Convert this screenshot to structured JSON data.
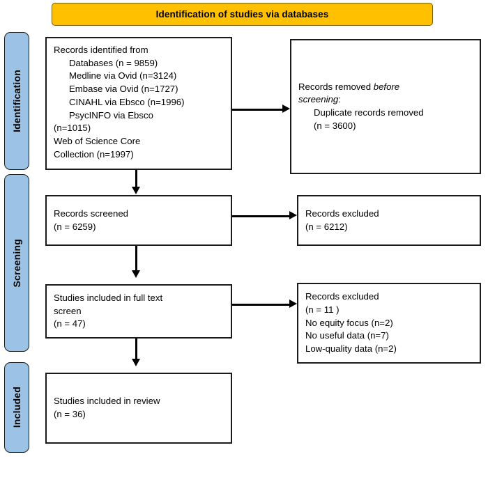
{
  "header": {
    "title": "Identification of studies via databases"
  },
  "colors": {
    "banner": "#FFC000",
    "stage_bar": "#9CC3E5",
    "box_border": "#1a1a1a",
    "text": "#000000"
  },
  "stages": [
    {
      "key": "identification",
      "label": "Identification"
    },
    {
      "key": "screening",
      "label": "Screening"
    },
    {
      "key": "included",
      "label": "Included"
    }
  ],
  "boxes": {
    "identified": {
      "lines": [
        {
          "text": "Records identified from",
          "indent": false
        },
        {
          "text": "Databases (n = 9859)",
          "indent": true
        },
        {
          "text": "Medline via Ovid (n=3124)",
          "indent": true
        },
        {
          "text": "Embase via Ovid (n=1727)",
          "indent": true
        },
        {
          "text": "CINAHL via Ebsco (n=1996)",
          "indent": true
        },
        {
          "text": "PsycINFO via Ebsco",
          "indent": true
        },
        {
          "text": "(n=1015)",
          "indent": false
        },
        {
          "text": "Web of Science Core",
          "indent": false
        },
        {
          "text": "Collection (n=1997)",
          "indent": false
        }
      ]
    },
    "removed": {
      "line1_plain": "Records removed ",
      "line1_italic": "before",
      "line2_italic": "screening",
      "line2_plain": ":",
      "line3": "Duplicate records removed",
      "line4": "(n = 3600)"
    },
    "screened": {
      "lines": [
        {
          "text": "Records screened",
          "indent": false
        },
        {
          "text": "(n = 6259)",
          "indent": false
        }
      ]
    },
    "excluded_screening": {
      "lines": [
        {
          "text": "Records excluded",
          "indent": false
        },
        {
          "text": "(n = 6212)",
          "indent": false
        }
      ]
    },
    "fulltext": {
      "lines": [
        {
          "text": "Studies included in full text",
          "indent": false
        },
        {
          "text": "screen",
          "indent": false
        },
        {
          "text": "(n = 47)",
          "indent": false
        }
      ]
    },
    "excluded_fulltext": {
      "lines": [
        {
          "text": "Records excluded",
          "indent": false
        },
        {
          "text": "(n = 11 )",
          "indent": false
        },
        {
          "text": "No equity focus (n=2)",
          "indent": false
        },
        {
          "text": "No useful data (n=7)",
          "indent": false
        },
        {
          "text": "Low-quality data (n=2)",
          "indent": false
        }
      ]
    },
    "included": {
      "lines": [
        {
          "text": "Studies included in review",
          "indent": false
        },
        {
          "text": "(n = 36)",
          "indent": false
        }
      ]
    }
  },
  "connectors": [
    {
      "name": "identified-to-removed",
      "direction": "right"
    },
    {
      "name": "identified-to-screened",
      "direction": "down"
    },
    {
      "name": "screened-to-excluded",
      "direction": "right"
    },
    {
      "name": "screened-to-fulltext",
      "direction": "down"
    },
    {
      "name": "fulltext-to-excluded",
      "direction": "right"
    },
    {
      "name": "fulltext-to-included",
      "direction": "down"
    }
  ]
}
